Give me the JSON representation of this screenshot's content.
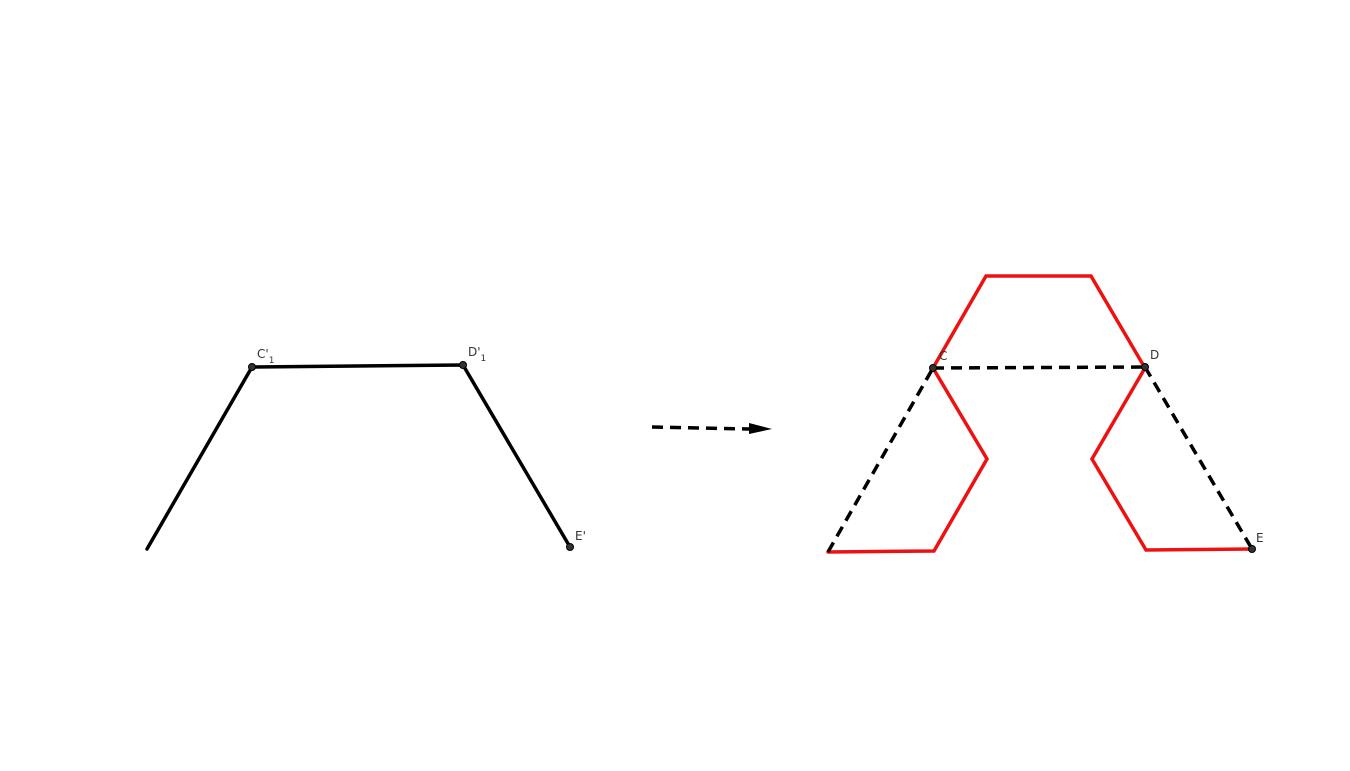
{
  "labels": {
    "c1_main": "C'",
    "c1_sub": "1",
    "d1_main": "D'",
    "d1_sub": "1",
    "e_prime": "E'",
    "c": "C",
    "d": "D",
    "e": "E"
  },
  "colors": {
    "stroke": "#000000",
    "curve": "#ee1111",
    "point": "#333333"
  }
}
